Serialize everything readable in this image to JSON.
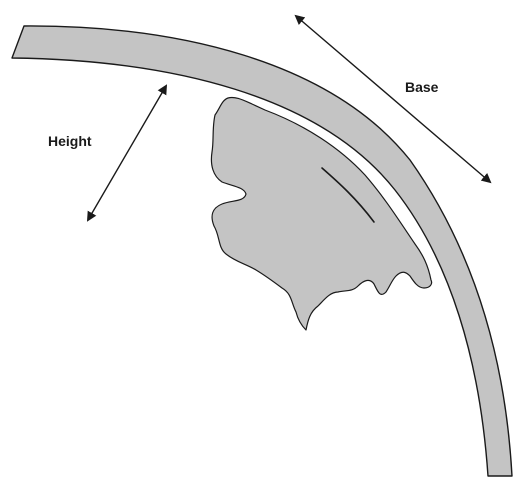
{
  "labels": {
    "height": "Height",
    "base": "Base"
  },
  "colors": {
    "band_fill": "#c4c4c4",
    "outline": "#1a1a1a",
    "background": "#ffffff"
  },
  "icons": [
    "double-headed-arrow",
    "double-headed-arrow"
  ]
}
